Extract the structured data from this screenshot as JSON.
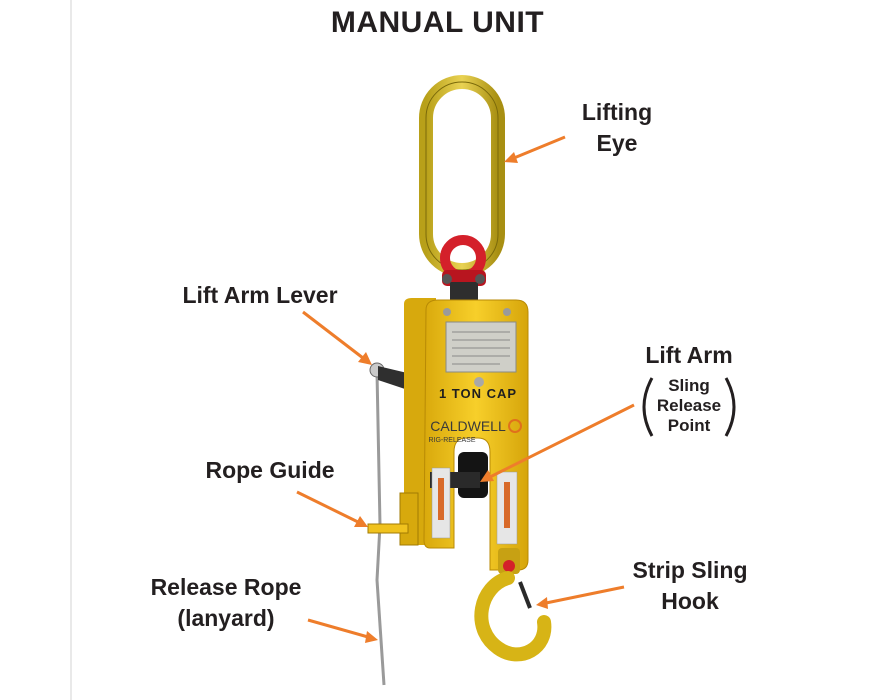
{
  "title": "MANUAL UNIT",
  "labels": {
    "lifting_eye": [
      "Lifting",
      "Eye"
    ],
    "lift_arm_lever": "Lift Arm Lever",
    "lift_arm": "Lift Arm",
    "sling_release_point": [
      "Sling",
      "Release",
      "Point"
    ],
    "rope_guide": "Rope Guide",
    "release_rope": [
      "Release Rope",
      "(lanyard)"
    ],
    "strip_sling_hook": [
      "Strip Sling",
      "Hook"
    ]
  },
  "device_text": {
    "capacity": "1 TON CAP",
    "brand": "CALDWELL",
    "product": "RIG-RELEASE"
  },
  "colors": {
    "arrow": "#ee7d2b",
    "body_yellow": "#f3c214",
    "shackle_red": "#d4202a",
    "text": "#231f20"
  }
}
